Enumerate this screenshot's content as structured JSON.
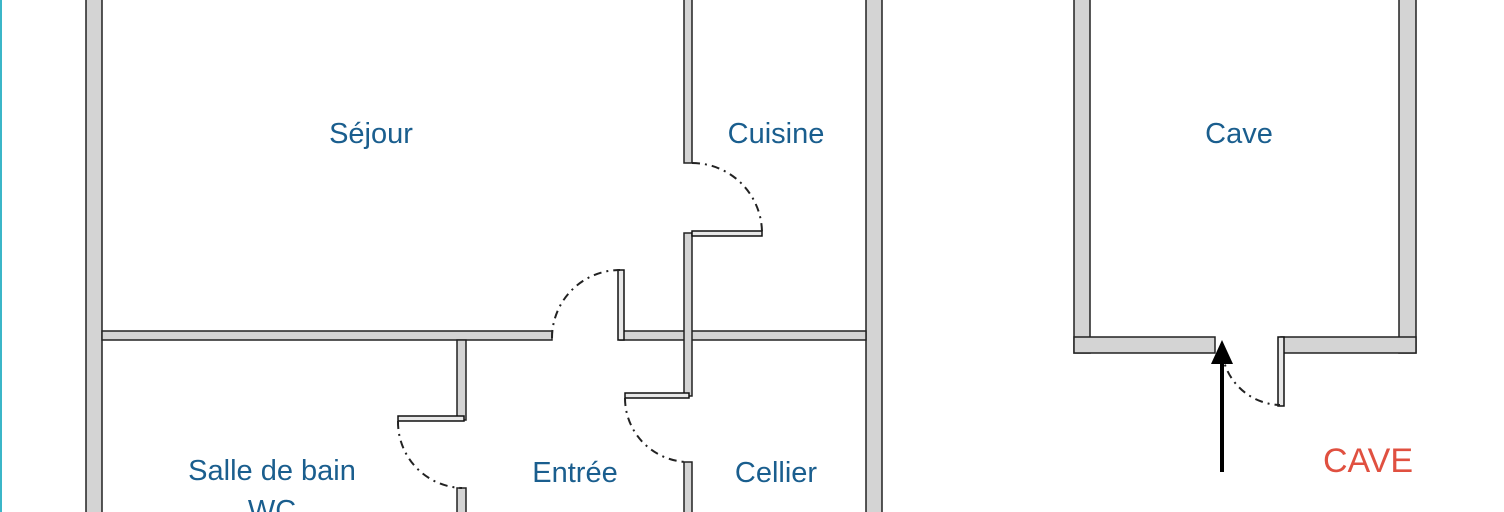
{
  "rooms": {
    "sejour": "Séjour",
    "cuisine": "Cuisine",
    "cave": "Cave",
    "salle_de_bain": "Salle de bain",
    "wc": "WC",
    "entree": "Entrée",
    "cellier": "Cellier"
  },
  "annotations": {
    "cave_label": "CAVE"
  },
  "colors": {
    "room_label": "#1a5e8e",
    "cave_label": "#e05040",
    "wall_fill": "#d4d4d4",
    "left_border": "#3bb6c8"
  }
}
